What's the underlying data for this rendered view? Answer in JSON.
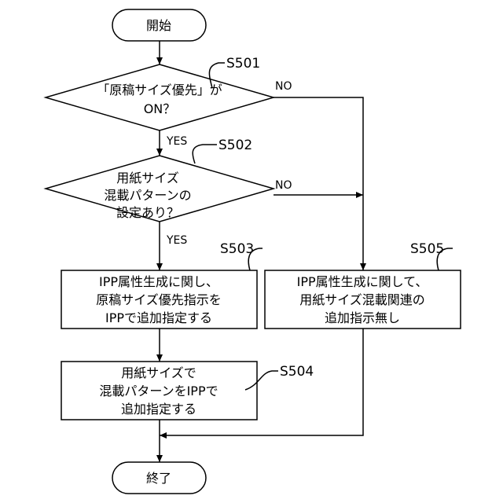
{
  "nodes": {
    "start": {
      "text": "開始"
    },
    "decision1": {
      "step": "S501",
      "lines": [
        "「原稿サイズ優先」が",
        "ON？"
      ]
    },
    "decision2": {
      "step": "S502",
      "lines": [
        "用紙サイズ",
        "混載パターンの",
        "設定あり？"
      ]
    },
    "process503": {
      "step": "S503",
      "lines": [
        "IPP属性生成に関し、",
        "原稿サイズ優先指示を",
        "IPPで追加指定する"
      ]
    },
    "process505": {
      "step": "S505",
      "lines": [
        "IPP属性生成に関して、",
        "用紙サイズ混載関連の",
        "追加指示無し"
      ]
    },
    "process504": {
      "step": "S504",
      "lines": [
        "用紙サイズで",
        "混載パターンをIPPで",
        "追加指定する"
      ]
    },
    "end": {
      "text": "終了"
    }
  },
  "edges": {
    "yes1": "YES",
    "no1": "NO",
    "yes2": "YES",
    "no2": "NO"
  }
}
